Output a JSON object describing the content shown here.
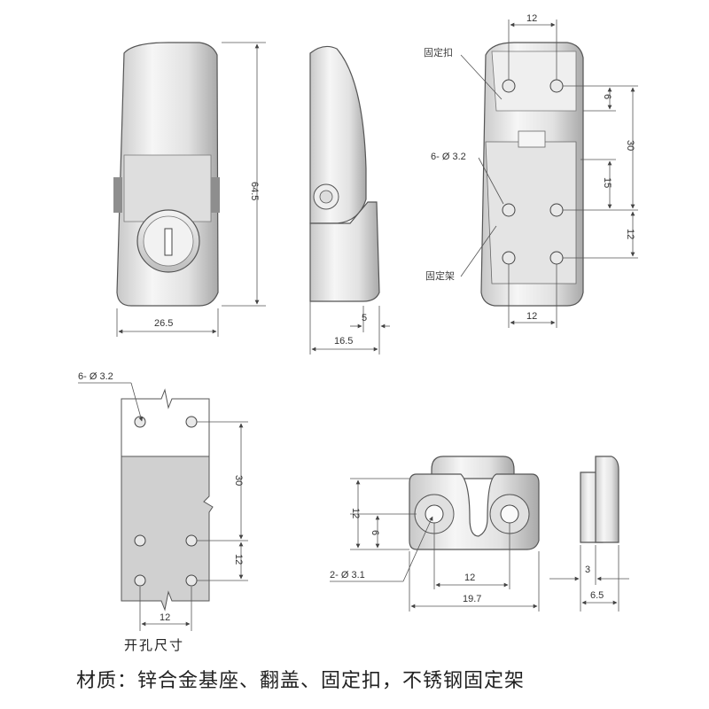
{
  "views": {
    "front": {
      "height": "64.5",
      "width": "26.5"
    },
    "side": {
      "width": "16.5",
      "tab": "5"
    },
    "back": {
      "top_width": "12",
      "upper_gap": "6",
      "height_span": "30",
      "mid_span": "15",
      "lower_span": "12",
      "bottom_width": "12",
      "label_clip": "固定扣",
      "label_holes": "6- Ø 3.2",
      "label_bracket": "固定架"
    }
  },
  "cutout": {
    "title": "开孔尺寸",
    "holes": "6- Ø 3.2",
    "span": "30",
    "lower": "12",
    "width": "12"
  },
  "clip_part": {
    "height": "12",
    "inner": "6",
    "holes": "2- Ø 3.1",
    "pitch": "12",
    "width": "19.7",
    "side_thick": "3",
    "side_width": "6.5"
  },
  "caption": "材质：锌合金基座、翻盖、固定扣，不锈钢固定架"
}
